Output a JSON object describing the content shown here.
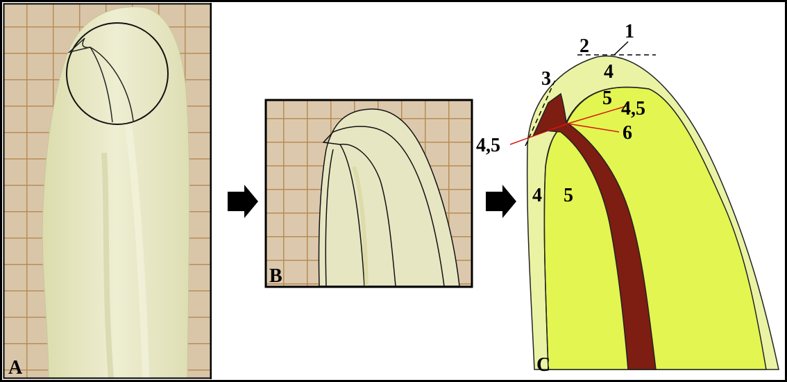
{
  "panels": {
    "a": {
      "label": "A"
    },
    "b": {
      "label": "B"
    },
    "c": {
      "label": "C"
    }
  },
  "annotations": {
    "n1": "1",
    "n2": "2",
    "n3": "3",
    "n4_top": "4",
    "n5_top": "5",
    "n45_right": "4,5",
    "n6": "6",
    "n45_left": "4,5",
    "n4_side": "4",
    "n5_side": "5"
  },
  "colors": {
    "outer_layer": "#eaf3a4",
    "inner_layer": "#e3f550",
    "band": "#7e1d12",
    "photo_bg": "#d8c5a8",
    "grid_lines": "#b98a52",
    "tooth": "#e9e9c4",
    "leader_line": "#d4180f"
  }
}
